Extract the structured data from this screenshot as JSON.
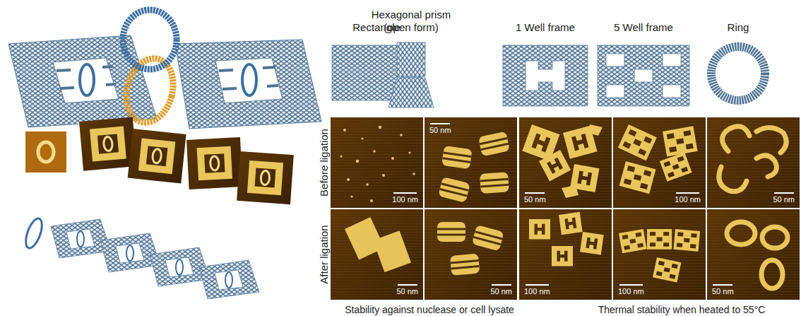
{
  "diagram": {
    "nodes": [
      {
        "text": [
          "100 nm"
        ]
      },
      {
        "text": [
          "50 nm"
        ]
      },
      {
        "text": [
          "50 nm"
        ]
      },
      {
        "text": [
          "100 nm"
        ]
      },
      {
        "text": [
          "50 nm"
        ]
      },
      {
        "text": [
          "50 nm"
        ]
      },
      {
        "text": [
          "50 nm"
        ]
      },
      {
        "text": [
          "100 nm"
        ]
      },
      {
        "text": [
          "100 nm"
        ]
      },
      {
        "text": [
          "50 nm"
        ]
      }
    ],
    "labels": [
      "Rectangle",
      "Hexagonal prism (open form)",
      "1 Well frame",
      "5 Well frame",
      "Ring",
      "Before ligation",
      "After ligation",
      "Stability against nuclease or cell lysate",
      "Thermal stability when heated to 55°C"
    ]
  }
}
